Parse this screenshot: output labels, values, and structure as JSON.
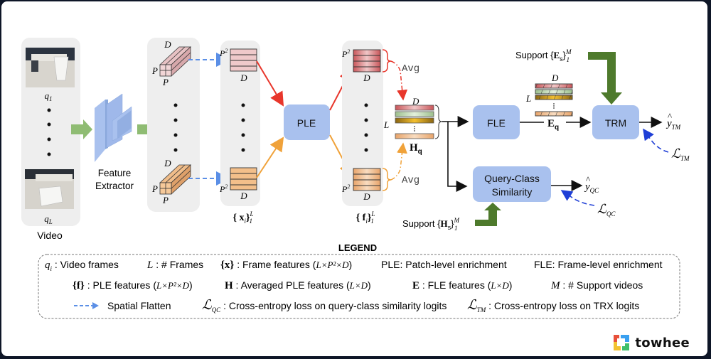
{
  "video": {
    "label": "Video",
    "first_frame_label": "q",
    "first_frame_sub": "1",
    "last_frame_label": "q",
    "last_frame_sub": "L"
  },
  "feature_extractor": {
    "line1": "Feature",
    "line2": "Extractor"
  },
  "patch_dims": {
    "D": "D",
    "P": "P"
  },
  "frame_features": {
    "P2": "P",
    "sup": "2",
    "D": "D",
    "set_label": "{ x",
    "set_sub": "i",
    "set_close": "}",
    "set_sup": "L",
    "set_lower": "1"
  },
  "ple": {
    "label": "PLE"
  },
  "ple_features": {
    "set_label": "{ f",
    "set_sub": "i",
    "set_close": "}",
    "set_sup": "L",
    "set_lower": "1",
    "avg_label": "Avg"
  },
  "hq": {
    "label": "H",
    "sub": "q",
    "L": "L",
    "D": "D"
  },
  "fle": {
    "label": "FLE"
  },
  "eq": {
    "label": "E",
    "sub": "q",
    "L": "L",
    "D": "D"
  },
  "trm": {
    "label": "TRM"
  },
  "support_e": {
    "prefix": "Support {",
    "symbol": "E",
    "sub": "s",
    "close": "}",
    "sup": "M",
    "lower": "1"
  },
  "support_h": {
    "prefix": "Support {",
    "symbol": "H",
    "sub": "s",
    "close": "}",
    "sup": "M",
    "lower": "1"
  },
  "qcs": {
    "line1": "Query-Class",
    "line2": "Similarity"
  },
  "outputs": {
    "y_tm": {
      "symbol": "y",
      "hat": "^",
      "sub": "TM"
    },
    "y_qc": {
      "symbol": "y",
      "hat": "^",
      "sub": "QC"
    },
    "loss_tm": {
      "symbol": "ℒ",
      "sub": "TM"
    },
    "loss_qc": {
      "symbol": "ℒ",
      "sub": "QC"
    }
  },
  "legend": {
    "title": "LEGEND",
    "row1": [
      {
        "sym": "q",
        "sub": "i",
        "text": " : Video frames"
      },
      {
        "sym": "L",
        "text": " : # Frames"
      },
      {
        "sym": "{x}",
        "text": " : Frame features (",
        "math": "L×P²×D",
        "tail": ")"
      },
      {
        "sym": "",
        "text": "PLE: Patch-level enrichment"
      },
      {
        "sym": "",
        "text": "FLE: Frame-level enrichment"
      }
    ],
    "row2": [
      {
        "sym": "{f}",
        "text": " : PLE features (",
        "math": "L×P²×D",
        "tail": ")"
      },
      {
        "sym": "H",
        "text": " : Averaged PLE features (",
        "math": "L×D",
        "tail": ")"
      },
      {
        "sym": "E",
        "text": " : FLE features (",
        "math": "L×D",
        "tail": ")"
      },
      {
        "sym": "M",
        "text": " : # Support videos"
      }
    ],
    "row3": [
      {
        "sym": "",
        "text": "Spatial Flatten"
      },
      {
        "sym": "ℒ",
        "sub": "QC",
        "text": " : Cross-entropy loss on query-class similarity logits"
      },
      {
        "sym": "ℒ",
        "sub": "TM",
        "text": " : Cross-entropy loss on TRX logits"
      }
    ]
  },
  "brand": {
    "name": "towhee"
  },
  "colors": {
    "panel": "#eeeeee",
    "block": "#a9c1ee",
    "green_arrow": "#8fbc73",
    "dark_green": "#4e7a2c",
    "red": "#e8362b",
    "orange": "#f0a23a",
    "blue_dash": "#5b8fe6",
    "loss_blue": "#1f3fd6"
  }
}
